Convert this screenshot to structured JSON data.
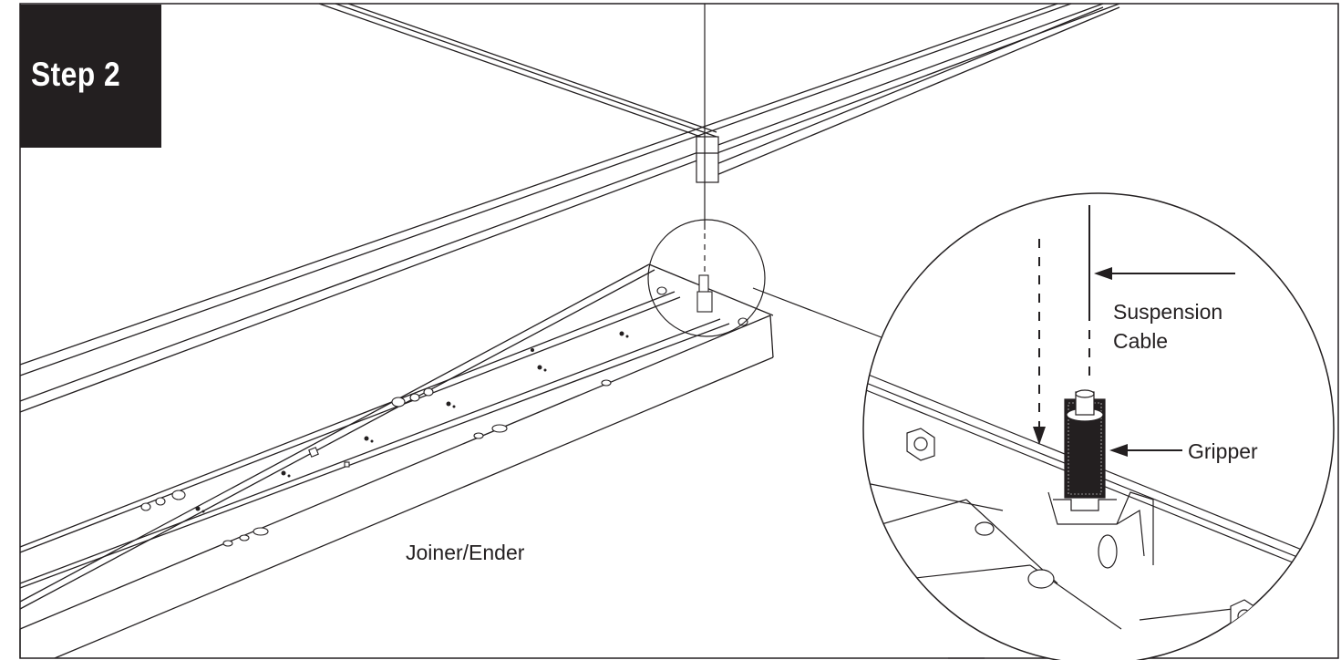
{
  "step": {
    "label": "Step 2"
  },
  "labels": {
    "joiner_ender": "Joiner/Ender",
    "suspension_cable_line1": "Suspension",
    "suspension_cable_line2": "Cable",
    "gripper": "Gripper"
  },
  "colors": {
    "ink": "#231f20",
    "paper": "#ffffff"
  }
}
